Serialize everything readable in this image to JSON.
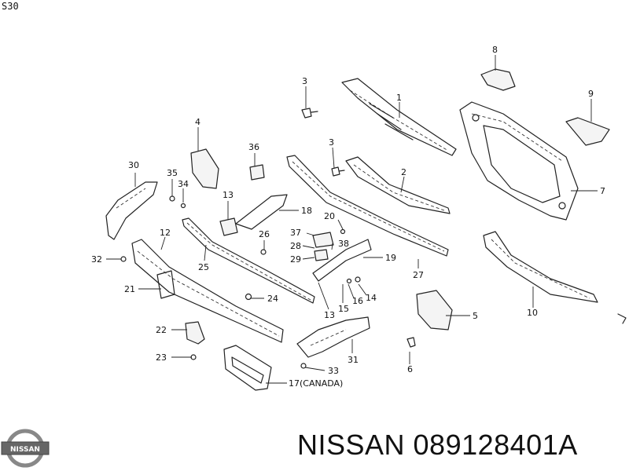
{
  "diagram": {
    "code": "S30",
    "callouts": [
      {
        "id": "c1",
        "text": "1"
      },
      {
        "id": "c2",
        "text": "2"
      },
      {
        "id": "c3a",
        "text": "3"
      },
      {
        "id": "c3b",
        "text": "3"
      },
      {
        "id": "c4",
        "text": "4"
      },
      {
        "id": "c5",
        "text": "5"
      },
      {
        "id": "c6",
        "text": "6"
      },
      {
        "id": "c7",
        "text": "7"
      },
      {
        "id": "c8",
        "text": "8"
      },
      {
        "id": "c9",
        "text": "9"
      },
      {
        "id": "c10",
        "text": "10"
      },
      {
        "id": "c12",
        "text": "12"
      },
      {
        "id": "c13a",
        "text": "13"
      },
      {
        "id": "c13b",
        "text": "13"
      },
      {
        "id": "c14",
        "text": "14"
      },
      {
        "id": "c15",
        "text": "15"
      },
      {
        "id": "c16",
        "text": "16"
      },
      {
        "id": "c17",
        "text": "17(CANADA)"
      },
      {
        "id": "c18",
        "text": "18"
      },
      {
        "id": "c19",
        "text": "19"
      },
      {
        "id": "c20",
        "text": "20"
      },
      {
        "id": "c21",
        "text": "21"
      },
      {
        "id": "c22",
        "text": "22"
      },
      {
        "id": "c23",
        "text": "23"
      },
      {
        "id": "c24",
        "text": "24"
      },
      {
        "id": "c25",
        "text": "25"
      },
      {
        "id": "c26",
        "text": "26"
      },
      {
        "id": "c27",
        "text": "27"
      },
      {
        "id": "c28",
        "text": "28"
      },
      {
        "id": "c29",
        "text": "29"
      },
      {
        "id": "c30",
        "text": "30"
      },
      {
        "id": "c31",
        "text": "31"
      },
      {
        "id": "c32",
        "text": "32"
      },
      {
        "id": "c33",
        "text": "33"
      },
      {
        "id": "c34",
        "text": "34"
      },
      {
        "id": "c35",
        "text": "35"
      },
      {
        "id": "c36",
        "text": "36"
      },
      {
        "id": "c37",
        "text": "37"
      },
      {
        "id": "c38",
        "text": "38"
      }
    ]
  },
  "footer": {
    "brand": "NISSAN",
    "part_number": "NISSAN 089128401A"
  }
}
